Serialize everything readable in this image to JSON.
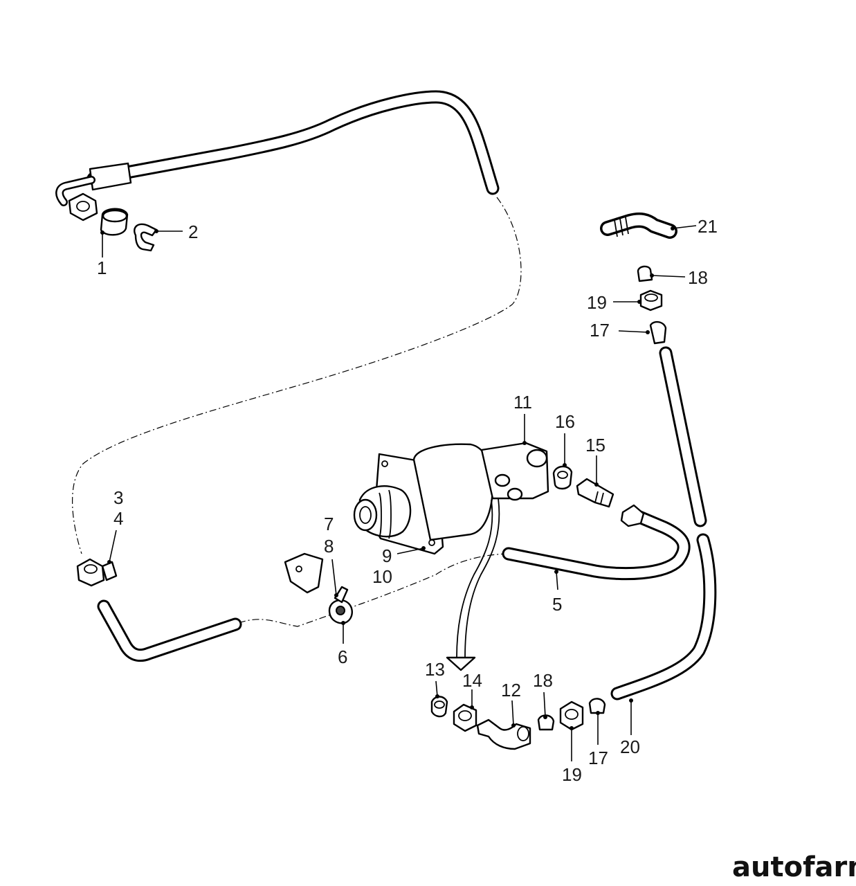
{
  "diagram": {
    "callouts": [
      {
        "id": "c1",
        "text": "1"
      },
      {
        "id": "c2",
        "text": "2"
      },
      {
        "id": "c3",
        "text": "3"
      },
      {
        "id": "c4",
        "text": "4"
      },
      {
        "id": "c5",
        "text": "5"
      },
      {
        "id": "c6",
        "text": "6"
      },
      {
        "id": "c7",
        "text": "7"
      },
      {
        "id": "c8",
        "text": "8"
      },
      {
        "id": "c9",
        "text": "9"
      },
      {
        "id": "c10",
        "text": "10"
      },
      {
        "id": "c11",
        "text": "11"
      },
      {
        "id": "c12",
        "text": "12"
      },
      {
        "id": "c13",
        "text": "13"
      },
      {
        "id": "c14",
        "text": "14"
      },
      {
        "id": "c15",
        "text": "15"
      },
      {
        "id": "c16",
        "text": "16"
      },
      {
        "id": "c17a",
        "text": "17"
      },
      {
        "id": "c17b",
        "text": "17"
      },
      {
        "id": "c18a",
        "text": "18"
      },
      {
        "id": "c18b",
        "text": "18"
      },
      {
        "id": "c19a",
        "text": "19"
      },
      {
        "id": "c19b",
        "text": "19"
      },
      {
        "id": "c20",
        "text": "20"
      },
      {
        "id": "c21",
        "text": "21"
      }
    ]
  },
  "watermark": {
    "text": "autofarm"
  }
}
